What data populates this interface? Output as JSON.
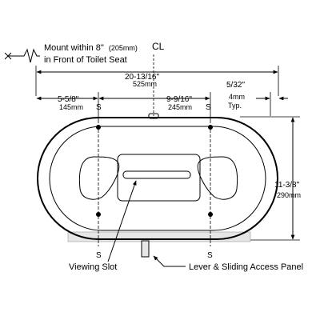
{
  "mount_note": {
    "line1": "Mount within 8\"",
    "line1_metric": "(205mm)",
    "line2": "in Front of Toilet Seat"
  },
  "centerline_symbol": "CL",
  "overall_width": {
    "imperial": "20-13/16\"",
    "metric": "525mm"
  },
  "left_offset": {
    "imperial": "5-5/8\"",
    "metric": "145mm"
  },
  "center_spacing": {
    "imperial": "9-9/16\"",
    "metric": "245mm"
  },
  "edge_offset": {
    "imperial": "5/32\"",
    "metric": "4mm",
    "note": "Typ."
  },
  "height": {
    "imperial": "11-3/8\"",
    "metric": "290mm"
  },
  "screw_label": "S",
  "callouts": {
    "viewing_slot": "Viewing Slot",
    "lever": "Lever & Sliding Access Panel"
  }
}
